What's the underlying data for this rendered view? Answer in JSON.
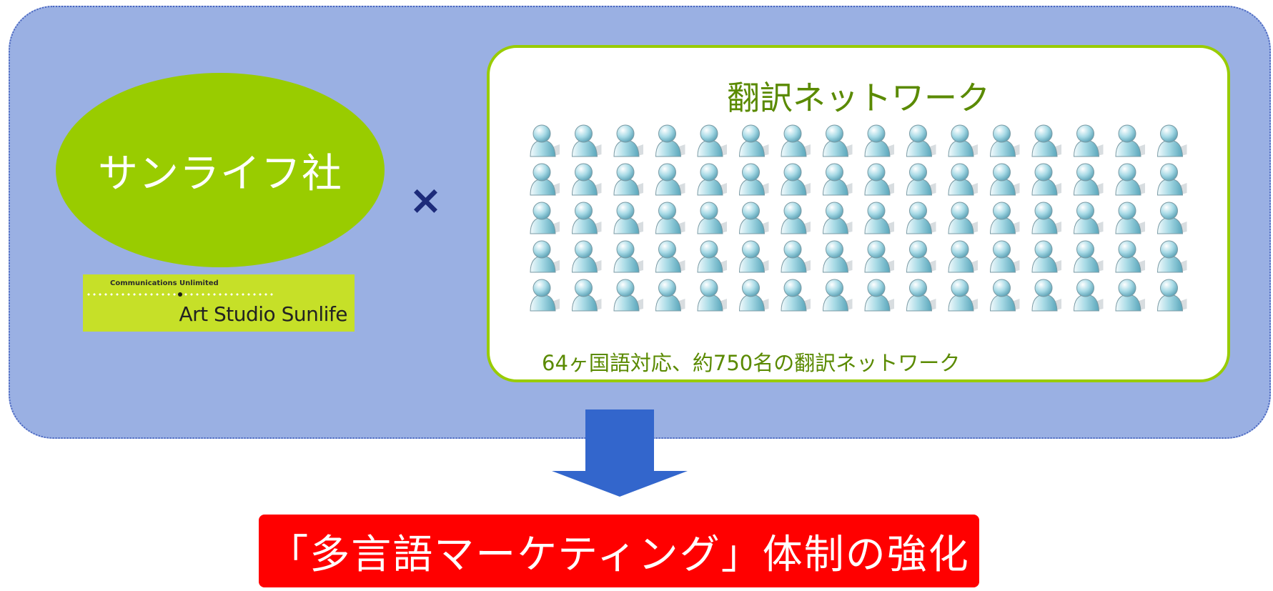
{
  "company": {
    "name": "サンライフ社"
  },
  "logo": {
    "tagline": "Communications Unlimited",
    "brand": "Art Studio Sunlife"
  },
  "operator": "×",
  "network": {
    "title": "翻訳ネットワーク",
    "caption": "64ヶ国語対応、約750名の翻訳ネットワーク",
    "icon_rows": 5,
    "icon_cols": 16,
    "icon": "person-icon"
  },
  "result": {
    "text": "「多言語マーケティング」体制の強化"
  },
  "colors": {
    "panel": "#9ab0e3",
    "green": "#99cc00",
    "arrow": "#3366cc",
    "result": "#ff0000",
    "times": "#1d2b7a"
  }
}
